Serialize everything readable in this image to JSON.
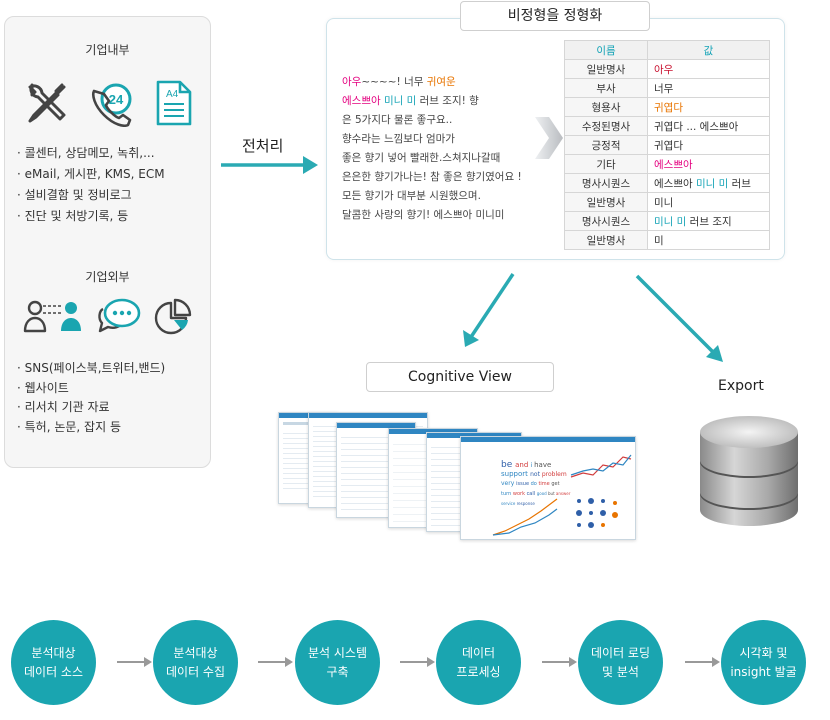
{
  "colors": {
    "teal": "#1aa5b0",
    "arrow": "#2aaab3",
    "pink": "#e4007f",
    "orange": "#e87400"
  },
  "left_panel": {
    "internal_title": "기업내부",
    "internal_icons": [
      "tools-icon",
      "call-24-icon",
      "a4-document-icon"
    ],
    "internal_items": [
      "콜센터, 상담메모, 녹취,...",
      "eMail, 게시판, KMS, ECM",
      "설비결함 및 정비로그",
      "진단 및 처방기록, 등"
    ],
    "external_title": "기업외부",
    "external_icons": [
      "people-network-icon",
      "chat-bubble-icon",
      "pie-chart-icon"
    ],
    "external_items": [
      "SNS(페이스북,트위터,밴드)",
      "웹사이트",
      "리서치 기관 자료",
      "특허, 논문, 잡지 등"
    ]
  },
  "preprocess_label": "전처리",
  "top_panel": {
    "title": "비정형을 정형화",
    "source_lines": [
      [
        {
          "t": "아우",
          "c": "red"
        },
        {
          "t": "~~~~! 너무 ",
          "c": ""
        },
        {
          "t": "귀여운",
          "c": "orange"
        }
      ],
      [
        {
          "t": "에스쁘아",
          "c": "red"
        },
        {
          "t": " ",
          "c": ""
        },
        {
          "t": "미니 미",
          "c": "teal"
        },
        {
          "t": " 러브 조지! 향",
          "c": ""
        }
      ],
      [
        {
          "t": "은 5가지다 물론 좋구요..",
          "c": ""
        }
      ],
      [
        {
          "t": "향수라는 느낌보다 엄마가",
          "c": ""
        }
      ],
      [
        {
          "t": "좋은 향기 넣어 빨래한.스쳐지나갈때",
          "c": ""
        }
      ],
      [
        {
          "t": "은은한 향기가나는! 참 좋은 향기였어요 !",
          "c": ""
        }
      ],
      [
        {
          "t": "모든 향기가 대부분 시원했으며.",
          "c": ""
        }
      ],
      [
        {
          "t": "달콤한 사랑의 향기! 에스쁘아 미니미",
          "c": ""
        }
      ]
    ],
    "table_headers": [
      "이름",
      "값"
    ],
    "table_rows": [
      {
        "name": "일반명사",
        "value": [
          {
            "t": "아우",
            "c": "crimson"
          }
        ]
      },
      {
        "name": "부사",
        "value": [
          {
            "t": "너무",
            "c": ""
          }
        ]
      },
      {
        "name": "형용사",
        "value": [
          {
            "t": "귀엽다",
            "c": "orange"
          }
        ]
      },
      {
        "name": "수정된명사",
        "value": [
          {
            "t": "귀엽다 ... 에스쁘아",
            "c": ""
          }
        ]
      },
      {
        "name": "긍정적",
        "value": [
          {
            "t": "귀엽다",
            "c": ""
          }
        ]
      },
      {
        "name": "기타",
        "value": [
          {
            "t": "에스쁘아",
            "c": "red"
          }
        ]
      },
      {
        "name": "명사시퀀스",
        "value": [
          {
            "t": "에스쁘아 ",
            "c": ""
          },
          {
            "t": "미니 미",
            "c": "teal"
          },
          {
            "t": " 러브",
            "c": ""
          }
        ]
      },
      {
        "name": "일반명사",
        "value": [
          {
            "t": "미니",
            "c": ""
          }
        ]
      },
      {
        "name": "명사시퀀스",
        "value": [
          {
            "t": "미니 미",
            "c": "teal"
          },
          {
            "t": " 러브 조지",
            "c": ""
          }
        ]
      },
      {
        "name": "일반명사",
        "value": [
          {
            "t": "미",
            "c": ""
          }
        ]
      }
    ]
  },
  "cognitive_view_label": "Cognitive View",
  "word_cloud": [
    {
      "t": "be",
      "c": "#2f5fa8"
    },
    {
      "t": "and",
      "c": "#d23c3c"
    },
    {
      "t": "i",
      "c": "#2f86c2"
    },
    {
      "t": "have",
      "c": "#555"
    },
    {
      "t": "support",
      "c": "#2f86c2"
    },
    {
      "t": "not",
      "c": "#2f5fa8"
    },
    {
      "t": "problem",
      "c": "#d23c3c"
    },
    {
      "t": "very",
      "c": "#2f86c2"
    },
    {
      "t": "issue",
      "c": "#2f5fa8"
    },
    {
      "t": "do",
      "c": "#2f86c2"
    },
    {
      "t": "time",
      "c": "#d23c3c"
    },
    {
      "t": "get",
      "c": "#555"
    },
    {
      "t": "turn",
      "c": "#2f86c2"
    },
    {
      "t": "work",
      "c": "#d23c3c"
    },
    {
      "t": "call",
      "c": "#2f5fa8"
    },
    {
      "t": "good",
      "c": "#2f86c2"
    },
    {
      "t": "but",
      "c": "#555"
    },
    {
      "t": "answer",
      "c": "#d23c3c"
    },
    {
      "t": "service",
      "c": "#2f86c2"
    },
    {
      "t": "response",
      "c": "#2f5fa8"
    }
  ],
  "export_label": "Export",
  "steps": [
    [
      "분석대상",
      "데이터 소스"
    ],
    [
      "분석대상",
      "데이터 수집"
    ],
    [
      "분석 시스템",
      "구축"
    ],
    [
      "데이터",
      "프로세싱"
    ],
    [
      "데이터 로딩",
      "및 분석"
    ],
    [
      "시각화 및",
      "insight 발굴"
    ]
  ]
}
